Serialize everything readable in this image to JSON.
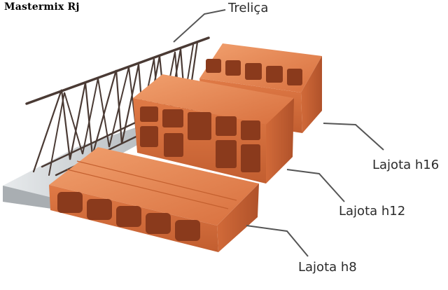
{
  "brand": {
    "text": "Mastermix Rj"
  },
  "labels": {
    "trelica": "Treliça",
    "h16": "Lajota h16",
    "h12": "Lajota h12",
    "h8": "Lajota h8"
  },
  "colors": {
    "brick": "#d9713f",
    "brick_dark": "#9e4322",
    "brick_light": "#f0a070",
    "concrete": "#cfd3d6",
    "steel": "#4a3a34",
    "leader": "#555555"
  }
}
